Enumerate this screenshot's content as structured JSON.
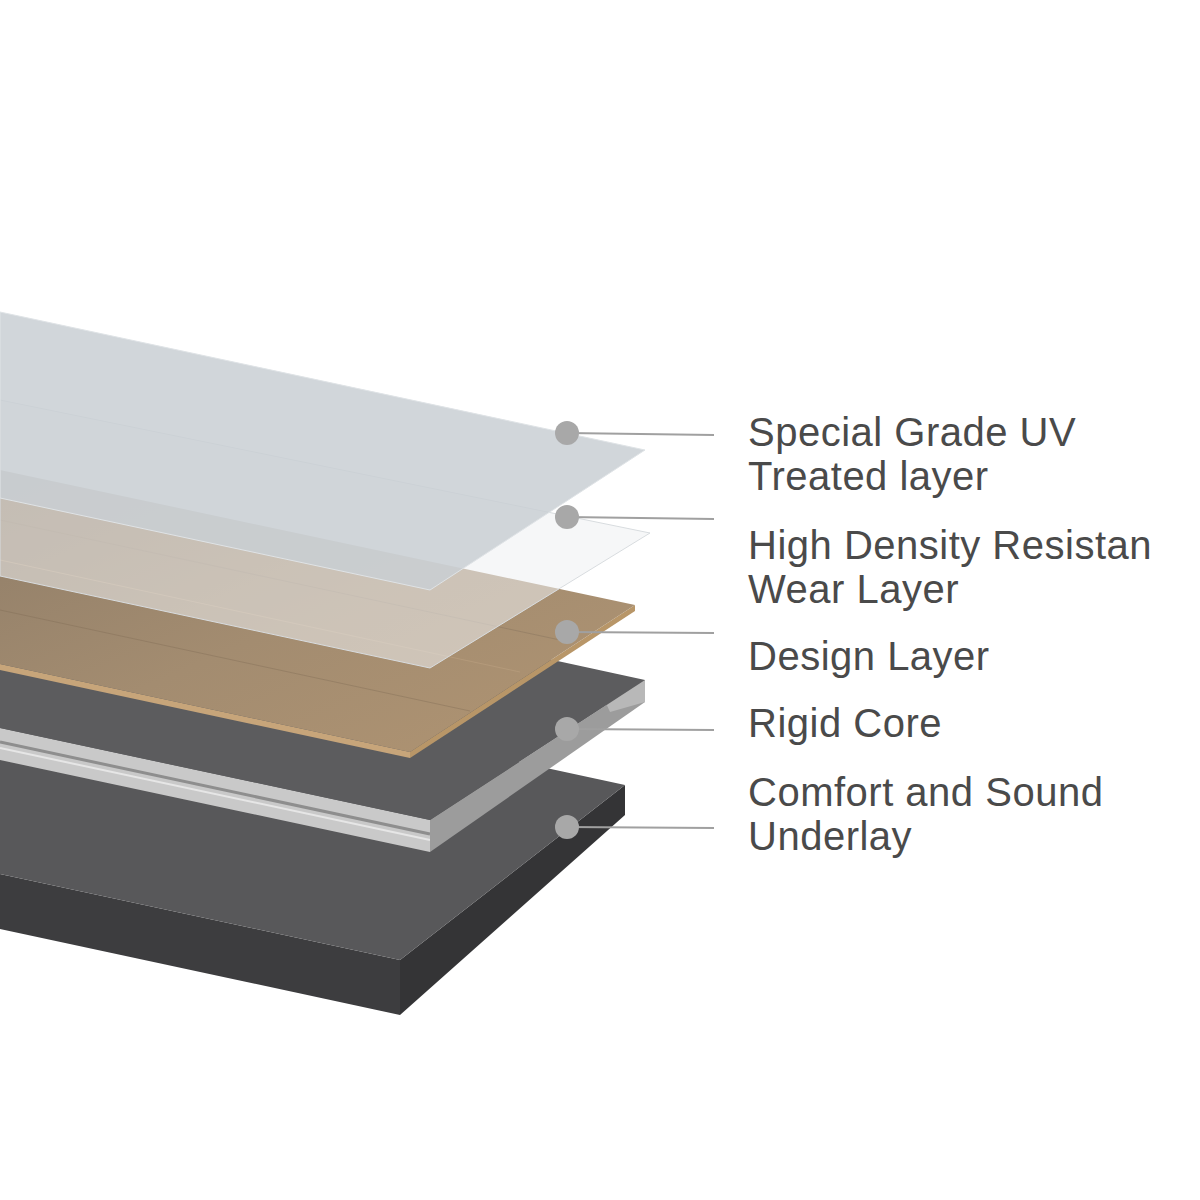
{
  "diagram": {
    "labels": [
      "Special Grade UV Treated layer",
      "High Density Resistan Wear Layer",
      "Design Layer",
      "Rigid Core",
      "Comfort and Sound Underlay"
    ]
  }
}
